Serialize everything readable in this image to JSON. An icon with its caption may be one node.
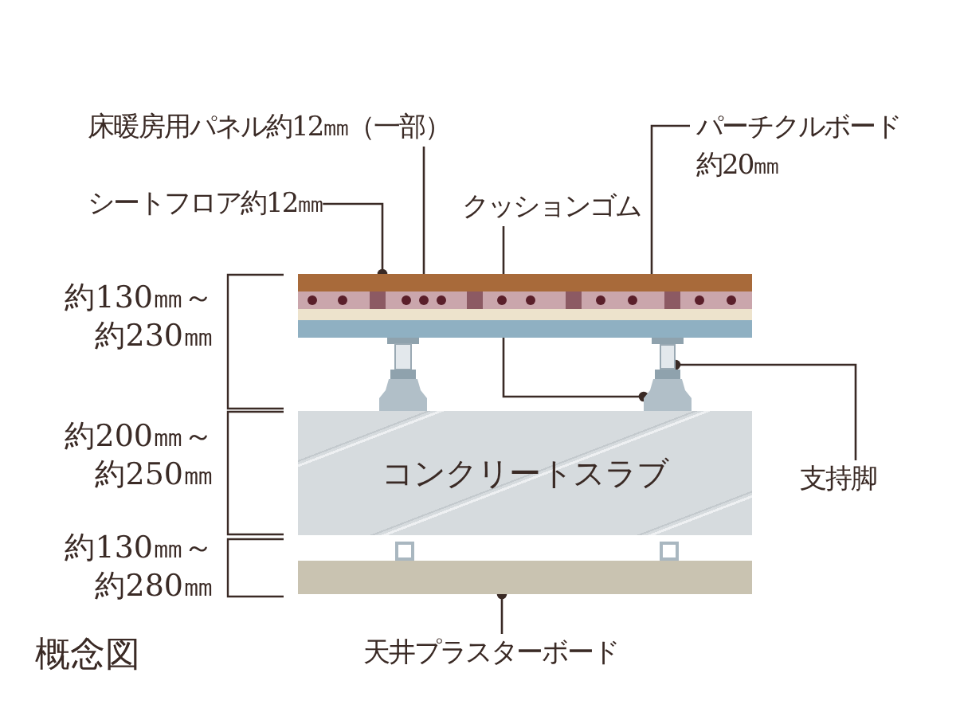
{
  "diagram": {
    "caption": "概念図",
    "nodes": [
      {
        "text": [
          "床暖房用パネル約12㎜（一部）"
        ]
      },
      {
        "text": [
          "パーチクルボード約20㎜"
        ]
      },
      {
        "text": [
          "シートフロア約12㎜"
        ]
      },
      {
        "text": [
          "クッションゴム"
        ]
      },
      {
        "text": [],
        "shape": "box"
      },
      {
        "text": [],
        "shape": "box"
      },
      {
        "text": [],
        "shape": "box"
      },
      {
        "text": [],
        "shape": "bar"
      },
      {
        "text": [],
        "shape": "box"
      },
      {
        "text": [
          "コンクリートスラブ"
        ]
      },
      {
        "text": [
          "支持脚"
        ]
      },
      {
        "text": [],
        "shape": "box"
      },
      {
        "text": [
          "天井プラスターボード"
        ]
      }
    ],
    "edges": [
      {
        "from": 2,
        "to": 4,
        "arrow": "other"
      },
      {
        "from": 0,
        "to": 5,
        "arrow": "other"
      },
      {
        "from": 1,
        "to": 6,
        "arrow": "other"
      },
      {
        "from": 3,
        "to": 8,
        "arrow": "other"
      },
      {
        "from": 10,
        "to": 7,
        "arrow": "other"
      },
      {
        "from": 12,
        "to": 11,
        "arrow": "other"
      }
    ],
    "labels": [
      "約130㎜～約230㎜",
      "約200㎜～約250㎜",
      "約130㎜～約280㎜"
    ]
  }
}
